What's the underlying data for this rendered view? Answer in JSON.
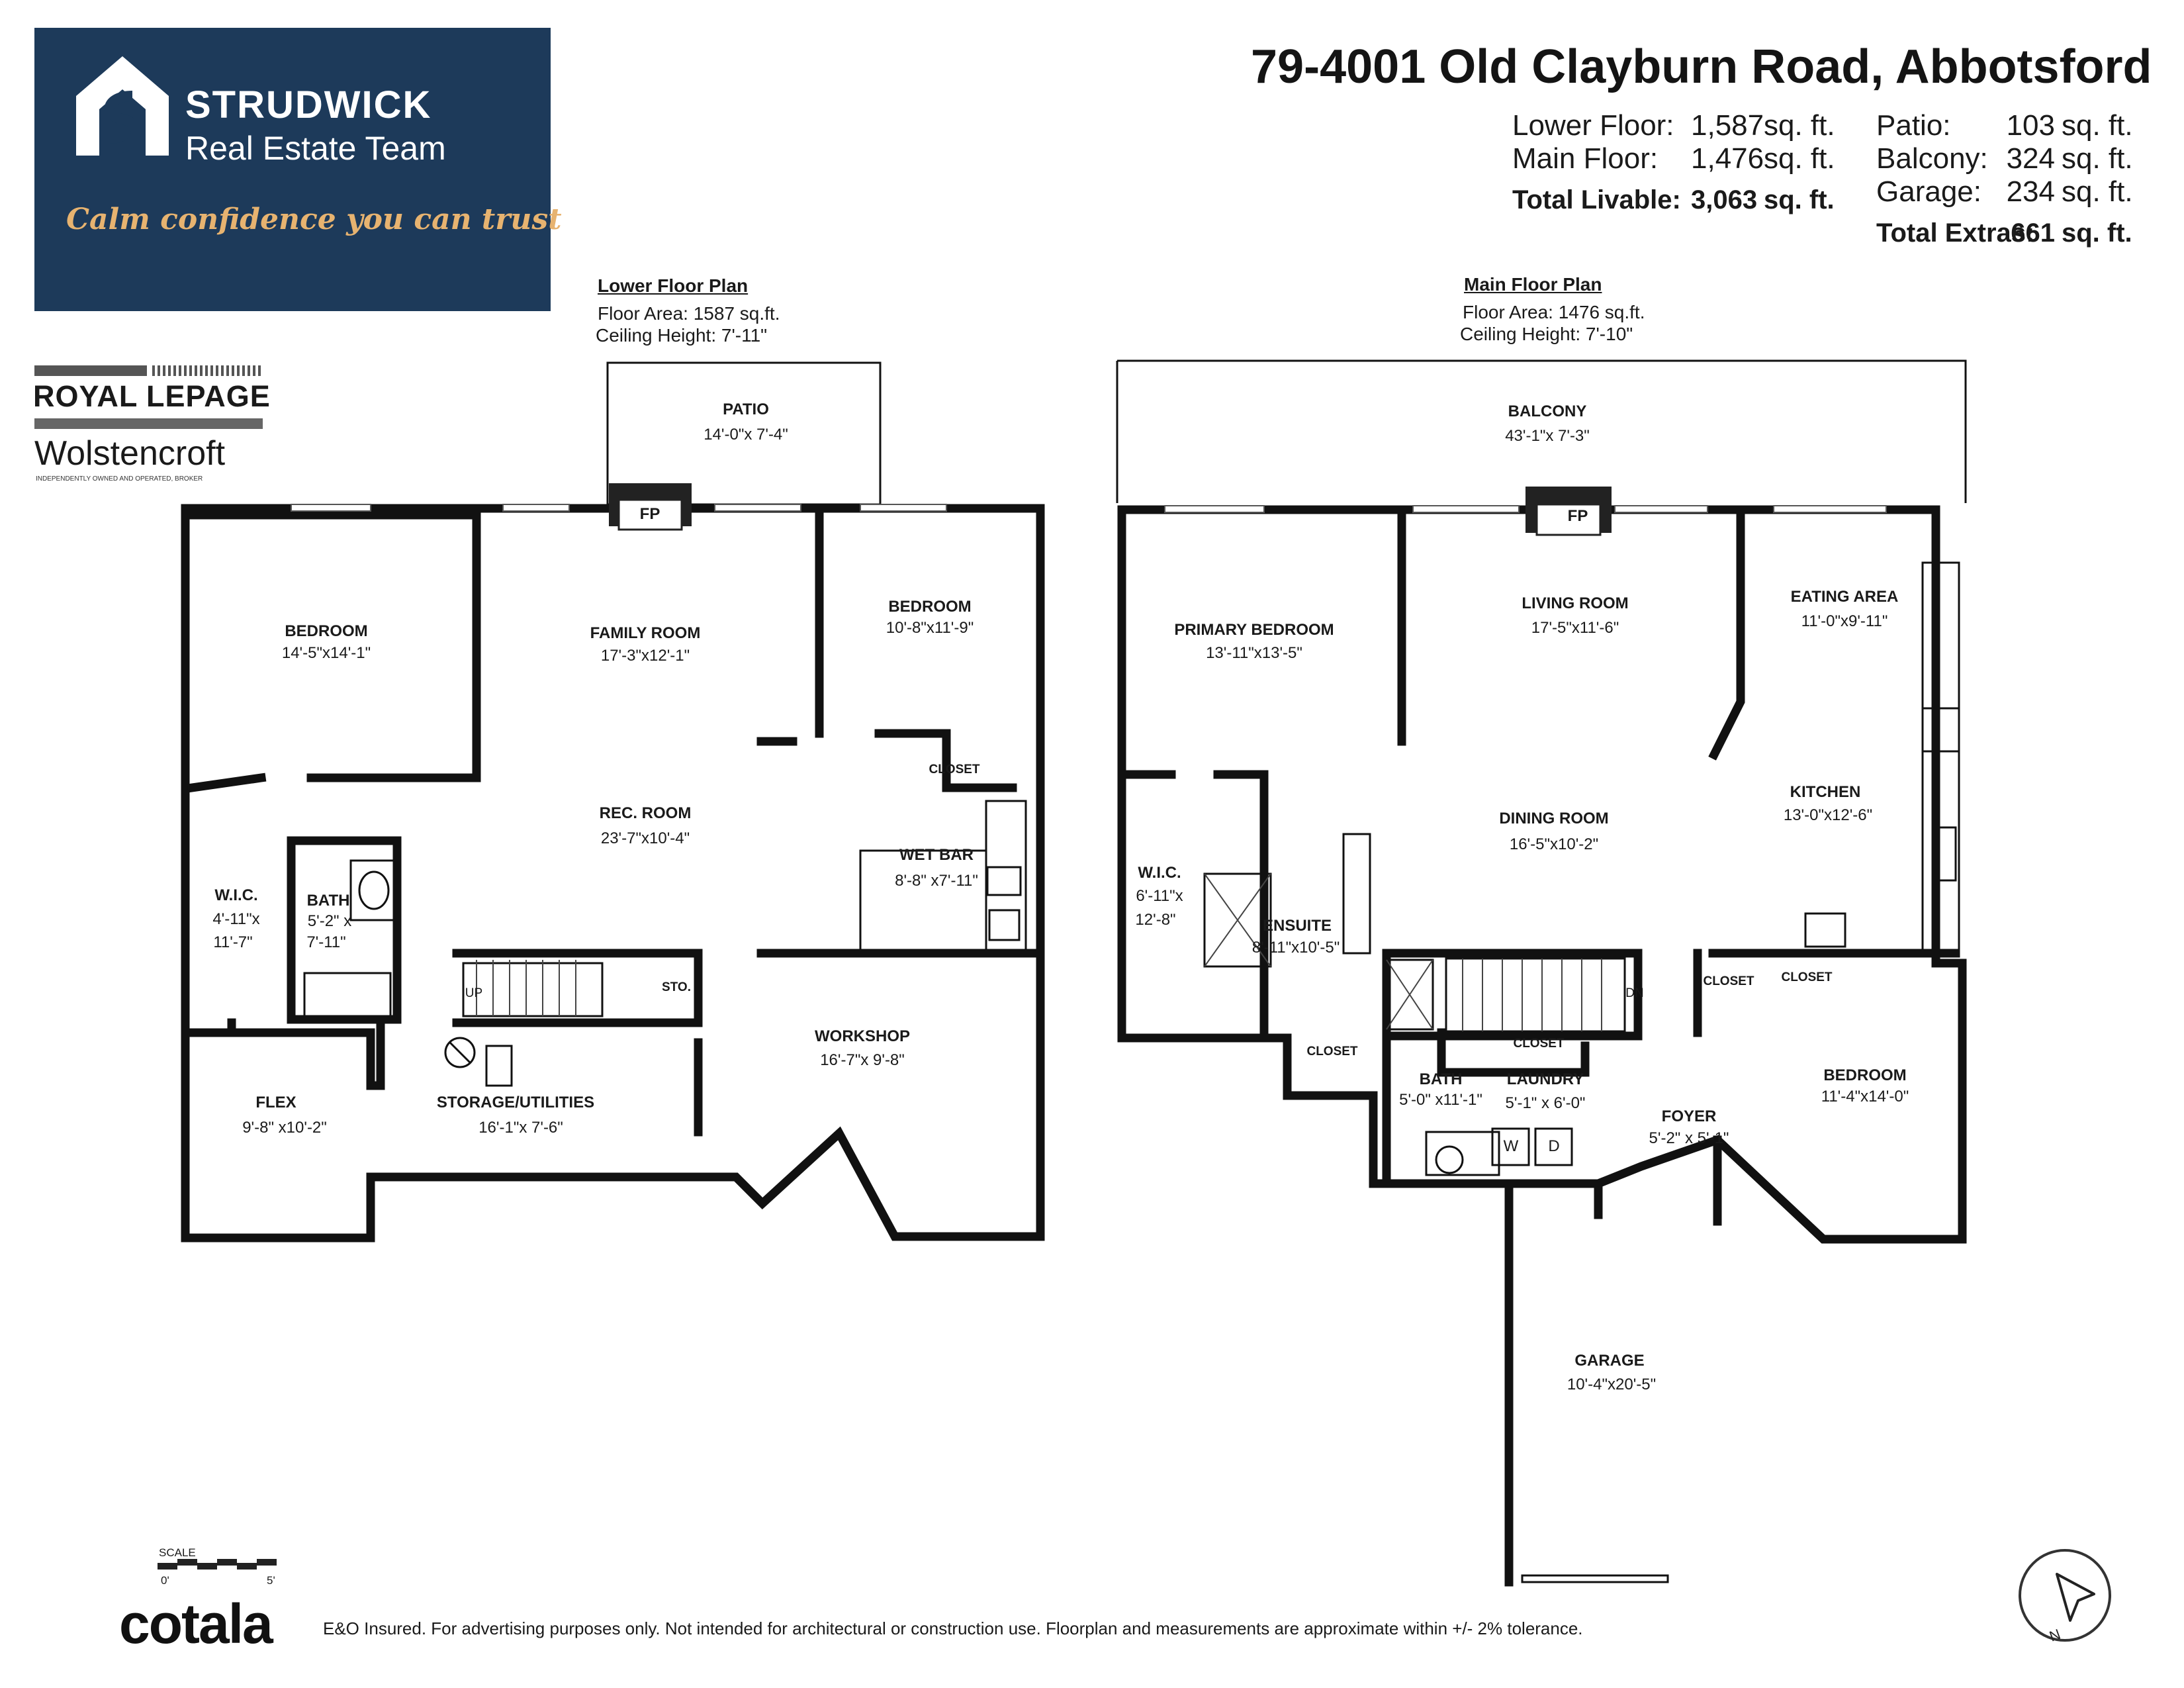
{
  "brand": {
    "name": "STRUDWICK",
    "subtitle": "Real Estate Team",
    "tagline": "Calm confidence you can trust",
    "colors": {
      "panel": "#1d3a5a",
      "tagline": "#e7b370"
    }
  },
  "brokerage": {
    "name": "ROYAL LEPAGE",
    "office": "Wolstencroft",
    "note": "INDEPENDENTLY OWNED AND OPERATED, BROKER"
  },
  "property": {
    "address": "79-4001 Old Clayburn Road, Abbotsford",
    "livable": [
      {
        "label": "Lower Floor:",
        "value": "1,587",
        "unit": "sq. ft."
      },
      {
        "label": "Main Floor:",
        "value": "1,476",
        "unit": "sq. ft."
      }
    ],
    "total_livable": {
      "label": "Total Livable:",
      "value": "3,063",
      "unit": "sq. ft."
    },
    "extras": [
      {
        "label": "Patio:",
        "value": "103",
        "unit": "sq. ft."
      },
      {
        "label": "Balcony:",
        "value": "324",
        "unit": "sq. ft."
      },
      {
        "label": "Garage:",
        "value": "234",
        "unit": "sq. ft."
      }
    ],
    "total_extras": {
      "label": "Total Extras:",
      "value": "661",
      "unit": "sq. ft."
    }
  },
  "lower_plan": {
    "title": "Lower Floor Plan",
    "area": "Floor Area: 1587 sq.ft.",
    "ceiling": "Ceiling Height: 7'-11\"",
    "rooms": {
      "patio": {
        "name": "PATIO",
        "dims": "14'-0\"x 7'-4\""
      },
      "fp": {
        "name": "FP"
      },
      "bedroom_left": {
        "name": "BEDROOM",
        "dims": "14'-5\"x14'-1\""
      },
      "family_room": {
        "name": "FAMILY ROOM",
        "dims": "17'-3\"x12'-1\""
      },
      "bedroom_right": {
        "name": "BEDROOM",
        "dims": "10'-8\"x11'-9\""
      },
      "closet": {
        "name": "CLOSET"
      },
      "rec_room": {
        "name": "REC. ROOM",
        "dims": "23'-7\"x10'-4\""
      },
      "wet_bar": {
        "name": "WET BAR",
        "dims": "8'-8\" x7'-11\""
      },
      "wic": {
        "name": "W.I.C.",
        "dims": "4'-11\"x",
        "dims2": "11'-7\""
      },
      "bath": {
        "name": "BATH",
        "dims": "5'-2\" x",
        "dims2": "7'-11\""
      },
      "up": {
        "name": "UP"
      },
      "sto": {
        "name": "STO."
      },
      "workshop": {
        "name": "WORKSHOP",
        "dims": "16'-7\"x 9'-8\""
      },
      "flex": {
        "name": "FLEX",
        "dims": "9'-8\" x10'-2\""
      },
      "storage": {
        "name": "STORAGE/UTILITIES",
        "dims": "16'-1\"x 7'-6\""
      }
    }
  },
  "main_plan": {
    "title": "Main Floor Plan",
    "area": "Floor Area: 1476 sq.ft.",
    "ceiling": "Ceiling Height: 7'-10\"",
    "rooms": {
      "balcony": {
        "name": "BALCONY",
        "dims": "43'-1\"x 7'-3\""
      },
      "fp": {
        "name": "FP"
      },
      "primary": {
        "name": "PRIMARY BEDROOM",
        "dims": "13'-11\"x13'-5\""
      },
      "living": {
        "name": "LIVING ROOM",
        "dims": "17'-5\"x11'-6\""
      },
      "eating": {
        "name": "EATING AREA",
        "dims": "11'-0\"x9'-11\""
      },
      "kitchen": {
        "name": "KITCHEN",
        "dims": "13'-0\"x12'-6\""
      },
      "dining": {
        "name": "DINING ROOM",
        "dims": "16'-5\"x10'-2\""
      },
      "wic": {
        "name": "W.I.C.",
        "dims": "6'-11\"x",
        "dims2": "12'-8\""
      },
      "ensuite": {
        "name": "ENSUITE",
        "dims": "8'-11\"x10'-5\""
      },
      "closet_a": {
        "name": "CLOSET"
      },
      "dn": {
        "name": "DN"
      },
      "closet_b": {
        "name": "CLOSET"
      },
      "closet_c": {
        "name": "CLOSET"
      },
      "closet_d": {
        "name": "CLOSET"
      },
      "bath": {
        "name": "BATH",
        "dims": "5'-0\" x11'-1\""
      },
      "laundry": {
        "name": "LAUNDRY",
        "dims": "5'-1\" x 6'-0\""
      },
      "washer": "W",
      "dryer": "D",
      "foyer": {
        "name": "FOYER",
        "dims": "5'-2\" x 5'-1\""
      },
      "bedroom": {
        "name": "BEDROOM",
        "dims": "11'-4\"x14'-0\""
      },
      "garage": {
        "name": "GARAGE",
        "dims": "10'-4\"x20'-5\""
      }
    }
  },
  "scale": {
    "label": "SCALE",
    "min": "0'",
    "max": "5'"
  },
  "footer": {
    "logo": "cotala",
    "disclaimer": "E&O Insured. For advertising purposes only. Not intended for architectural or construction use. Floorplan and measurements are approximate within +/- 2% tolerance."
  },
  "compass": {
    "icon": "north-arrow-icon",
    "letter": "N"
  }
}
